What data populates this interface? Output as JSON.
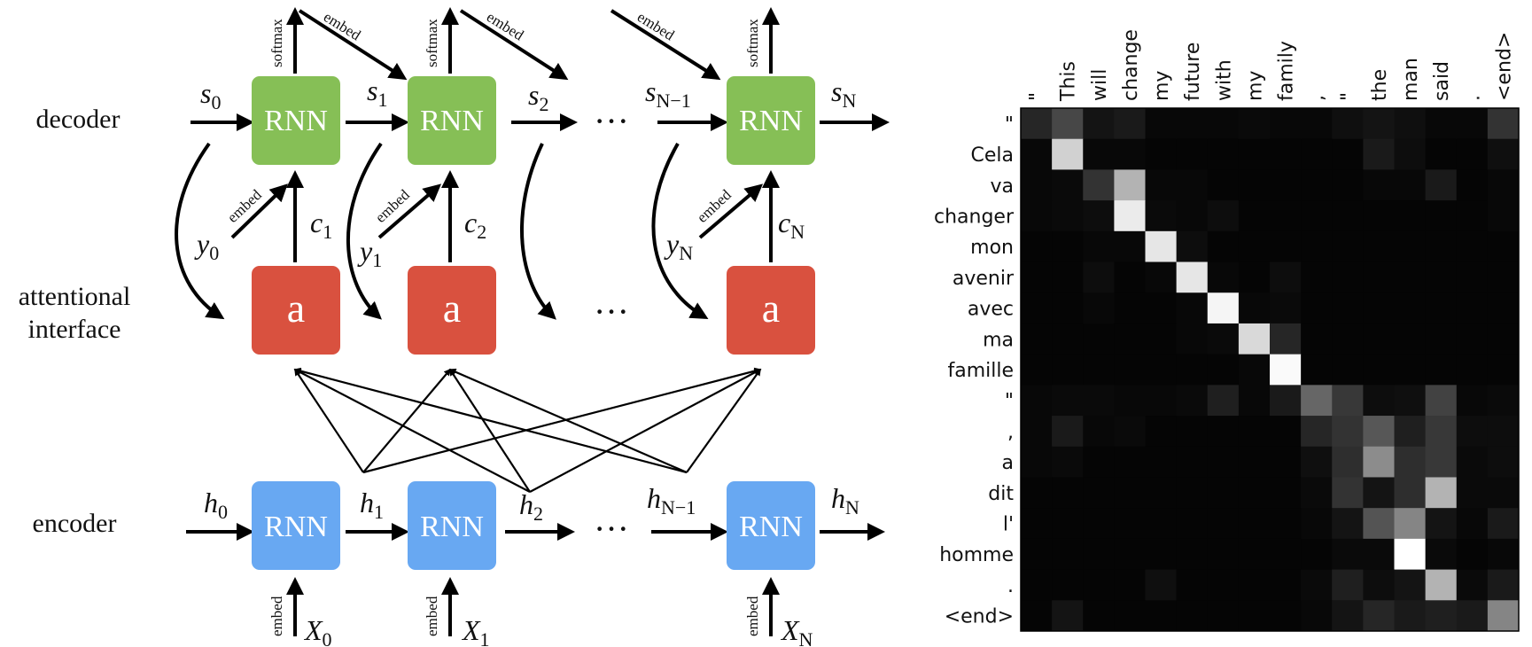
{
  "diagram": {
    "row_labels": {
      "decoder": "decoder",
      "attention_line1": "attentional",
      "attention_line2": "interface",
      "encoder": "encoder"
    },
    "rnn_label": "RNN",
    "attn_label": "a",
    "ellipsis": "···",
    "annotations": {
      "softmax": "softmax",
      "embed": "embed"
    },
    "decoder_states": [
      "s",
      "s",
      "s",
      "s",
      "s"
    ],
    "decoder_state_subs": [
      "0",
      "1",
      "2",
      "N−1",
      "N"
    ],
    "contexts": [
      "c",
      "c",
      "c"
    ],
    "context_subs": [
      "1",
      "2",
      "N"
    ],
    "outputs": [
      "y",
      "y",
      "y"
    ],
    "output_subs": [
      "0",
      "1",
      "N"
    ],
    "encoder_states": [
      "h",
      "h",
      "h",
      "h",
      "h"
    ],
    "encoder_state_subs": [
      "0",
      "1",
      "2",
      "N−1",
      "N"
    ],
    "inputs": [
      "X",
      "X",
      "X"
    ],
    "input_subs": [
      "0",
      "1",
      "N"
    ],
    "colors": {
      "decoder_rnn": "#86bf56",
      "attention": "#d9513f",
      "encoder_rnn": "#68a8f2"
    }
  },
  "chart_data": {
    "type": "heatmap",
    "x_labels": [
      "\"",
      "This",
      "will",
      "change",
      "my",
      "future",
      "with",
      "my",
      "family",
      ",",
      "\"",
      "the",
      "man",
      "said",
      ".",
      "<end>"
    ],
    "y_labels": [
      "\"",
      "Cela",
      "va",
      "changer",
      "mon",
      "avenir",
      "avec",
      "ma",
      "famille",
      "\"",
      ",",
      "a",
      "dit",
      "l'",
      "homme",
      ".",
      "<end>"
    ],
    "values": [
      [
        0.15,
        0.28,
        0.08,
        0.1,
        0.03,
        0.03,
        0.03,
        0.04,
        0.03,
        0.03,
        0.06,
        0.08,
        0.06,
        0.03,
        0.03,
        0.2
      ],
      [
        0.03,
        0.82,
        0.03,
        0.03,
        0.02,
        0.02,
        0.02,
        0.02,
        0.02,
        0.02,
        0.02,
        0.1,
        0.05,
        0.02,
        0.02,
        0.06
      ],
      [
        0.03,
        0.04,
        0.2,
        0.7,
        0.03,
        0.03,
        0.02,
        0.02,
        0.02,
        0.02,
        0.02,
        0.03,
        0.03,
        0.1,
        0.02,
        0.03
      ],
      [
        0.03,
        0.04,
        0.05,
        0.92,
        0.04,
        0.03,
        0.05,
        0.02,
        0.02,
        0.02,
        0.02,
        0.02,
        0.02,
        0.02,
        0.02,
        0.03
      ],
      [
        0.02,
        0.02,
        0.03,
        0.03,
        0.9,
        0.05,
        0.02,
        0.02,
        0.02,
        0.02,
        0.02,
        0.02,
        0.02,
        0.02,
        0.02,
        0.02
      ],
      [
        0.02,
        0.02,
        0.05,
        0.02,
        0.03,
        0.9,
        0.03,
        0.02,
        0.05,
        0.02,
        0.02,
        0.02,
        0.02,
        0.02,
        0.02,
        0.02
      ],
      [
        0.02,
        0.02,
        0.03,
        0.02,
        0.02,
        0.03,
        0.96,
        0.03,
        0.04,
        0.02,
        0.02,
        0.02,
        0.02,
        0.02,
        0.02,
        0.02
      ],
      [
        0.02,
        0.02,
        0.02,
        0.02,
        0.02,
        0.03,
        0.04,
        0.85,
        0.15,
        0.02,
        0.02,
        0.02,
        0.02,
        0.02,
        0.02,
        0.02
      ],
      [
        0.02,
        0.02,
        0.02,
        0.02,
        0.02,
        0.02,
        0.02,
        0.03,
        0.98,
        0.02,
        0.02,
        0.02,
        0.02,
        0.02,
        0.02,
        0.02
      ],
      [
        0.03,
        0.04,
        0.04,
        0.03,
        0.03,
        0.04,
        0.12,
        0.03,
        0.1,
        0.4,
        0.22,
        0.05,
        0.06,
        0.26,
        0.03,
        0.04
      ],
      [
        0.03,
        0.1,
        0.03,
        0.04,
        0.02,
        0.02,
        0.02,
        0.02,
        0.02,
        0.15,
        0.2,
        0.34,
        0.12,
        0.22,
        0.05,
        0.05
      ],
      [
        0.03,
        0.04,
        0.02,
        0.02,
        0.02,
        0.02,
        0.02,
        0.02,
        0.02,
        0.06,
        0.18,
        0.55,
        0.18,
        0.22,
        0.04,
        0.05
      ],
      [
        0.02,
        0.02,
        0.02,
        0.02,
        0.02,
        0.02,
        0.02,
        0.02,
        0.02,
        0.04,
        0.2,
        0.08,
        0.18,
        0.7,
        0.04,
        0.04
      ],
      [
        0.02,
        0.02,
        0.02,
        0.02,
        0.02,
        0.02,
        0.02,
        0.02,
        0.02,
        0.03,
        0.08,
        0.33,
        0.52,
        0.08,
        0.03,
        0.1
      ],
      [
        0.02,
        0.02,
        0.02,
        0.02,
        0.02,
        0.02,
        0.02,
        0.02,
        0.02,
        0.02,
        0.04,
        0.04,
        1.0,
        0.04,
        0.02,
        0.03
      ],
      [
        0.02,
        0.02,
        0.02,
        0.02,
        0.06,
        0.02,
        0.02,
        0.02,
        0.02,
        0.04,
        0.12,
        0.05,
        0.08,
        0.7,
        0.04,
        0.1
      ],
      [
        0.02,
        0.08,
        0.02,
        0.02,
        0.02,
        0.02,
        0.02,
        0.02,
        0.02,
        0.03,
        0.08,
        0.15,
        0.1,
        0.12,
        0.1,
        0.52
      ]
    ],
    "colormap": "gray"
  }
}
